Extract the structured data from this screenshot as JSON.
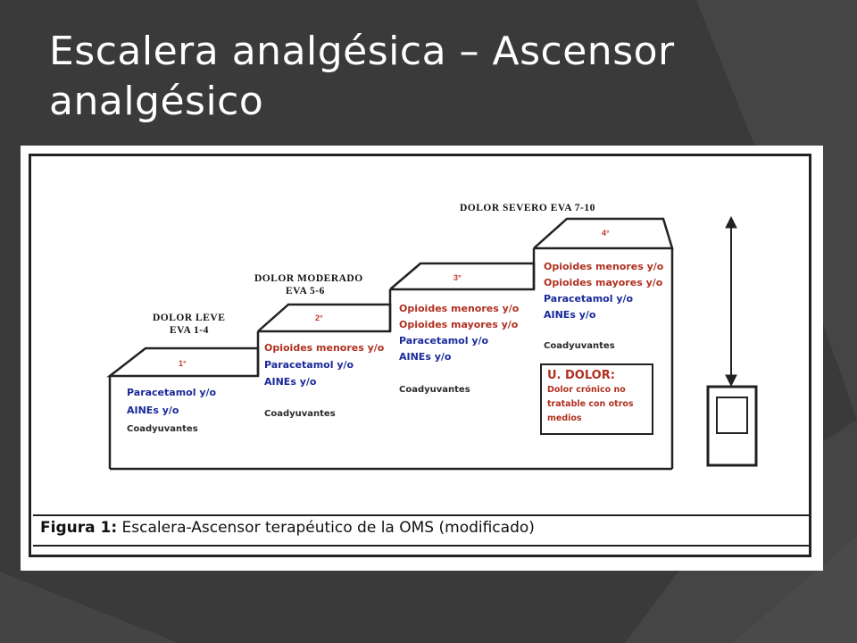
{
  "slide": {
    "title": "Escalera analgésica – Ascensor analgésico"
  },
  "figure": {
    "caption_bold": "Figura 1:",
    "caption_rest": " Escalera-Ascensor terapéutico de la OMS (modificado)",
    "steps": [
      {
        "header_line1": "DOLOR LEVE",
        "header_line2": "EVA 1-4",
        "step_label": "1°",
        "lines": [
          {
            "text": "Paracetamol y/o",
            "color": "blue"
          },
          {
            "text": "AINEs y/o",
            "color": "blue"
          },
          {
            "text": "Coadyuvantes",
            "color": "dark"
          }
        ]
      },
      {
        "header_line1": "DOLOR MODERADO",
        "header_line2": "EVA 5-6",
        "step_label": "2°",
        "lines": [
          {
            "text": "Opioides menores y/o",
            "color": "red"
          },
          {
            "text": "Paracetamol y/o",
            "color": "blue"
          },
          {
            "text": "AINEs y/o",
            "color": "blue"
          },
          {
            "text": "Coadyuvantes",
            "color": "dark"
          }
        ]
      },
      {
        "header_line1": "",
        "header_line2": "",
        "step_label": "3°",
        "lines": [
          {
            "text": "Opioides menores y/o",
            "color": "red"
          },
          {
            "text": "Opioides mayores y/o",
            "color": "red"
          },
          {
            "text": "Paracetamol y/o",
            "color": "blue"
          },
          {
            "text": "AINEs y/o",
            "color": "blue"
          },
          {
            "text": "Coadyuvantes",
            "color": "dark"
          }
        ]
      },
      {
        "header_line1": "DOLOR SEVERO EVA 7-10",
        "header_line2": "",
        "step_label": "4°",
        "lines": [
          {
            "text": "Opioides menores y/o",
            "color": "red"
          },
          {
            "text": "Opioides mayores y/o",
            "color": "red"
          },
          {
            "text": "Paracetamol y/o",
            "color": "blue"
          },
          {
            "text": "AINEs y/o",
            "color": "blue"
          },
          {
            "text": "Coadyuvantes",
            "color": "dark"
          }
        ]
      }
    ],
    "udolor": {
      "title": "U. DOLOR:",
      "line1": "Dolor crónico no",
      "line2": "tratable con otros",
      "line3": "medios"
    }
  },
  "colors": {
    "background": "#3a3a3a",
    "red_text": "#b03020",
    "blue_text": "#1a2a9a"
  }
}
